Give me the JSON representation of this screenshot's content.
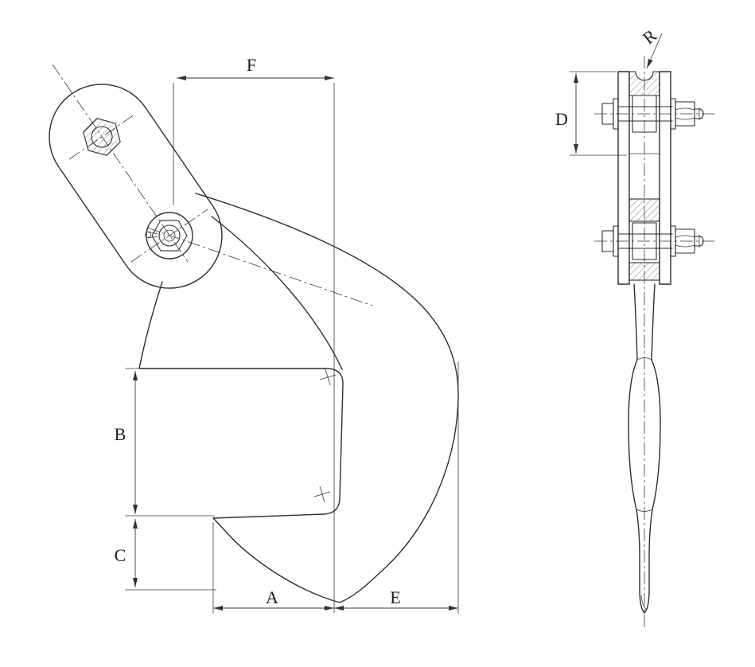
{
  "drawing": {
    "kind": "engineering drawing, lifting plate clamp, two orthographic views",
    "colors": {
      "background": "#ffffff",
      "line_primary": "#2e2e2e",
      "line_thin": "#3a3a3a",
      "text": "#1c1c1c"
    },
    "labels": {
      "F": "F",
      "B": "B",
      "C": "C",
      "A": "A",
      "E": "E",
      "D": "D",
      "R": "R"
    }
  }
}
